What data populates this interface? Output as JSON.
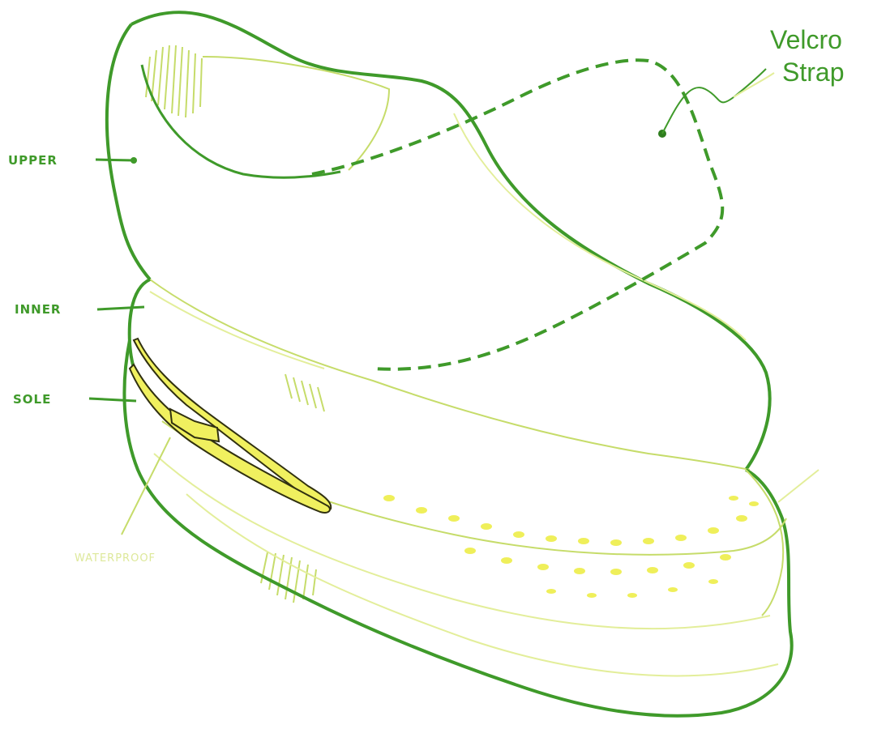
{
  "labels": {
    "upper": "UPPER",
    "inner": "INNER",
    "sole": "SOLE",
    "velcro_line1": "Velcro",
    "velcro_line2": "Strap",
    "faint": "WATERPROOF"
  },
  "colors": {
    "outline_green": "#3f9a2a",
    "dark_green": "#2f7e1e",
    "light_green": "#c6dc6a",
    "pale_green": "#e3ee9a",
    "yellow": "#efef5a",
    "insert_yellow": "#f0f05f",
    "insert_outline": "#303010"
  }
}
